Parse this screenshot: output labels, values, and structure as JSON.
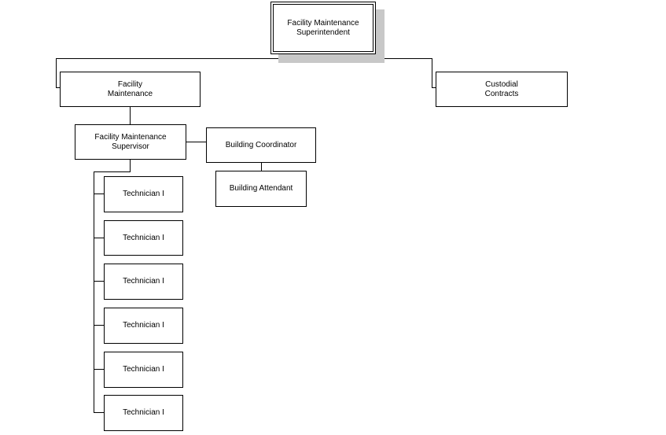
{
  "org_chart": {
    "superintendent": {
      "line1": "Facility Maintenance",
      "line2": "Superintendent"
    },
    "facility_maintenance": {
      "line1": "Facility",
      "line2": "Maintenance"
    },
    "custodial_contracts": {
      "line1": "Custodial",
      "line2": "Contracts"
    },
    "supervisor": {
      "line1": "Facility Maintenance",
      "line2": "Supervisor"
    },
    "building_coordinator": {
      "label": "Building Coordinator"
    },
    "building_attendant": {
      "label": "Building Attendant"
    },
    "technicians": [
      {
        "label": "Technician I"
      },
      {
        "label": "Technician I"
      },
      {
        "label": "Technician I"
      },
      {
        "label": "Technician I"
      },
      {
        "label": "Technician I"
      },
      {
        "label": "Technician I"
      }
    ]
  }
}
